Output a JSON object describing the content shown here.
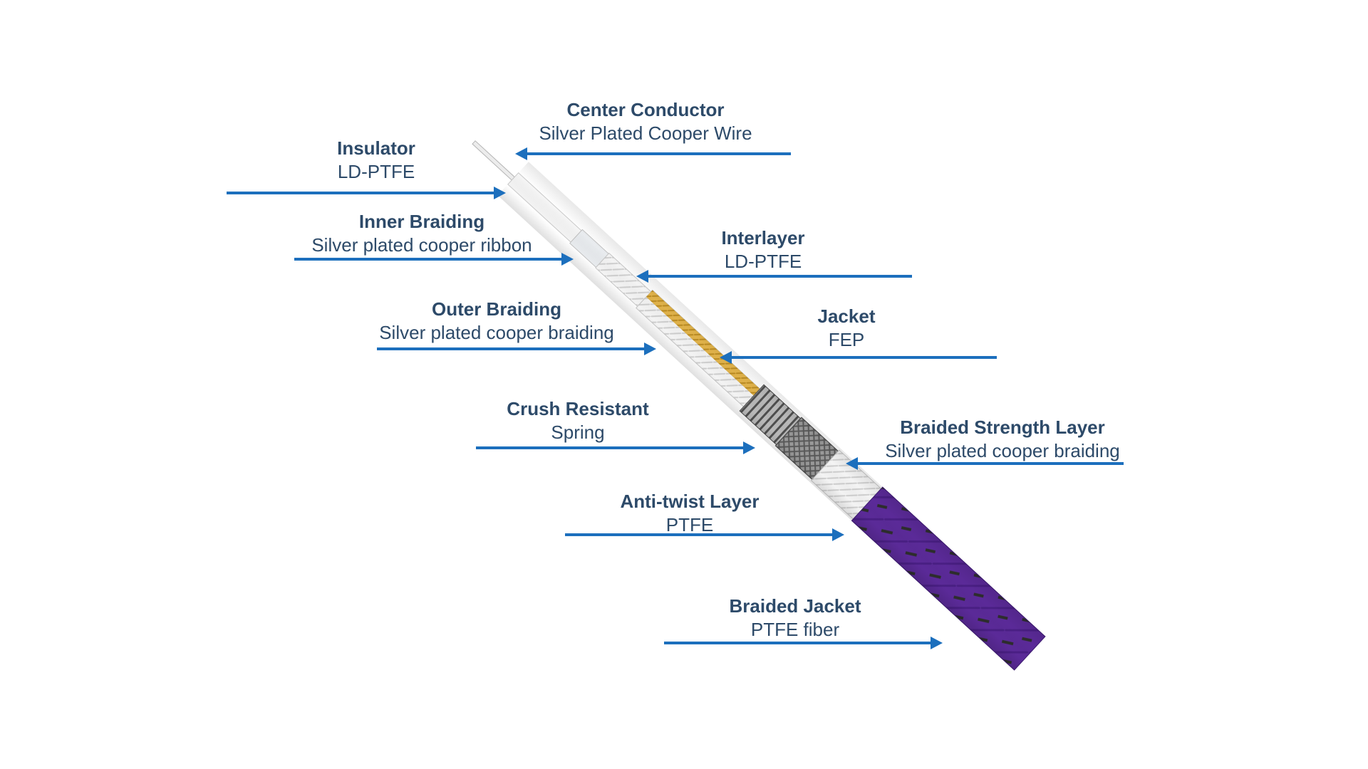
{
  "colors": {
    "text": "#2d4a69",
    "arrow": "#1c6fbd",
    "jacket_purple": "#5b2a99",
    "copper_gold": "#d9a93a",
    "white_layer": "#f3f3f3",
    "metal": "#8c8c8c"
  },
  "layers": [
    {
      "title": "Center Conductor",
      "desc": "Silver  Plated Cooper Wire"
    },
    {
      "title": "Insulator",
      "desc": "LD-PTFE"
    },
    {
      "title": "Inner Braiding",
      "desc": "Silver plated cooper ribbon"
    },
    {
      "title": "Interlayer",
      "desc": "LD-PTFE"
    },
    {
      "title": "Outer Braiding",
      "desc": "Silver plated cooper braiding"
    },
    {
      "title": "Jacket",
      "desc": "FEP"
    },
    {
      "title": "Crush Resistant",
      "desc": "Spring"
    },
    {
      "title": "Braided Strength Layer",
      "desc": "Silver plated cooper braiding"
    },
    {
      "title": "Anti-twist Layer",
      "desc": "PTFE"
    },
    {
      "title": "Braided Jacket",
      "desc": "PTFE fiber"
    }
  ]
}
